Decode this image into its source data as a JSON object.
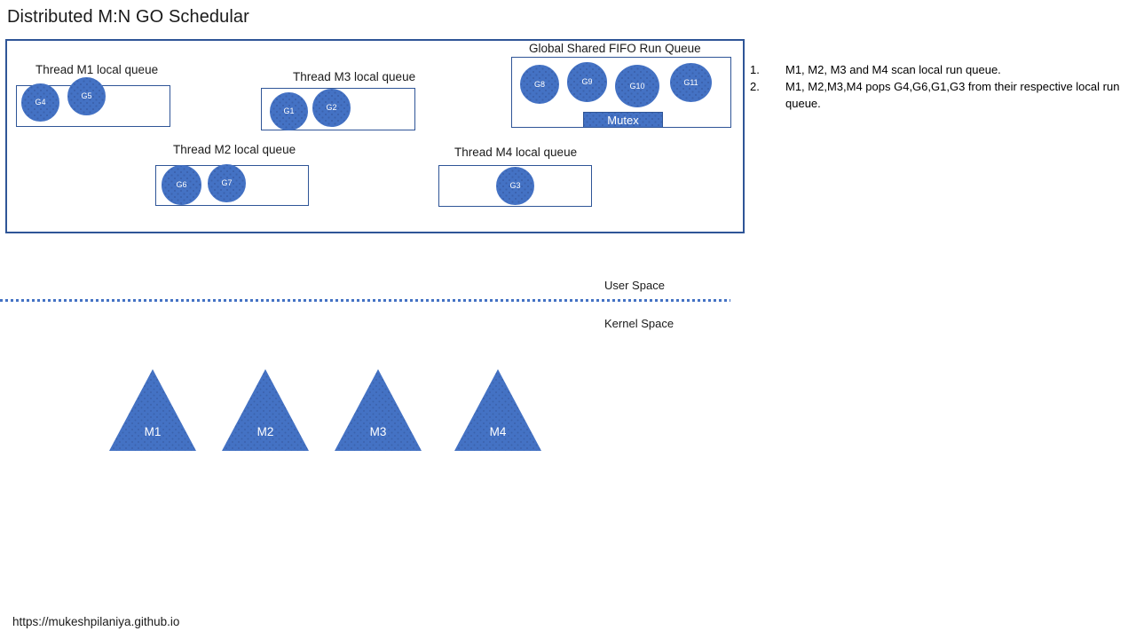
{
  "title": "Distributed M:N GO Schedular",
  "colors": {
    "accent": "#4472c4",
    "border": "#2f5597",
    "text": "#1a1a1a"
  },
  "userspace": {
    "local_queues": [
      {
        "id": "m1",
        "label": "Thread M1 local queue",
        "goroutines": [
          "G4",
          "G5"
        ]
      },
      {
        "id": "m3",
        "label": "Thread M3 local queue",
        "goroutines": [
          "G1",
          "G2"
        ]
      },
      {
        "id": "m2",
        "label": "Thread M2 local queue",
        "goroutines": [
          "G6",
          "G7"
        ]
      },
      {
        "id": "m4",
        "label": "Thread M4 local queue",
        "goroutines": [
          "G3"
        ]
      }
    ],
    "global_queue": {
      "label": "Global Shared FIFO Run Queue",
      "goroutines": [
        "G8",
        "G9",
        "G10",
        "G11"
      ],
      "mutex_label": "Mutex"
    }
  },
  "notes": [
    {
      "num": "1.",
      "text": "M1, M2, M3 and M4 scan local run queue."
    },
    {
      "num": "2.",
      "text": "M1, M2,M3,M4 pops G4,G6,G1,G3 from their respective local run queue."
    }
  ],
  "spaces": {
    "user": "User Space",
    "kernel": "Kernel Space"
  },
  "machines": [
    {
      "label": "M1"
    },
    {
      "label": "M2"
    },
    {
      "label": "M3"
    },
    {
      "label": "M4"
    }
  ],
  "footer": {
    "url": "https://mukeshpilaniya.github.io"
  }
}
